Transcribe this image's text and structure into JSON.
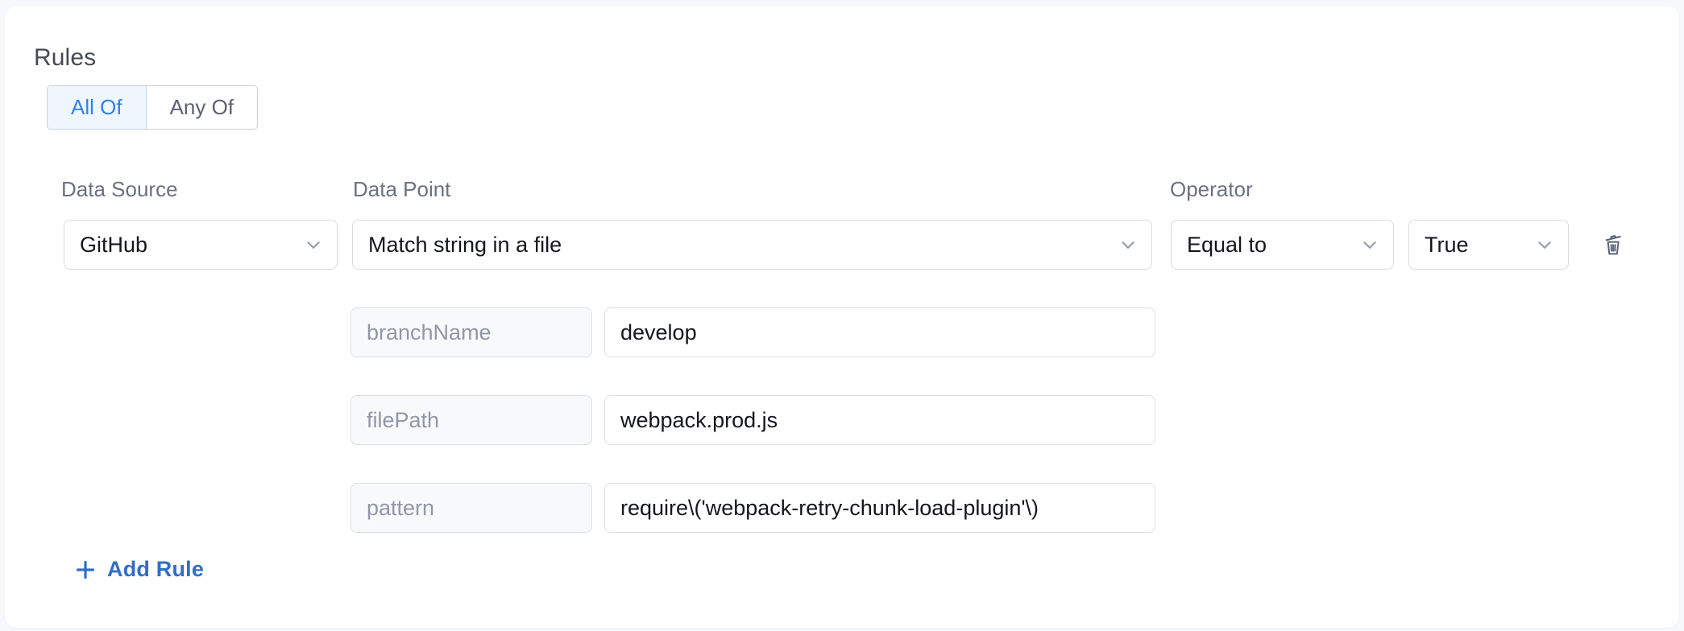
{
  "section": {
    "title": "Rules"
  },
  "match_mode": {
    "options": [
      {
        "label": "All Of",
        "active": true
      },
      {
        "label": "Any Of",
        "active": false
      }
    ]
  },
  "columns": {
    "data_source_label": "Data Source",
    "data_point_label": "Data Point",
    "operator_label": "Operator"
  },
  "rule": {
    "data_source": "GitHub",
    "data_point": "Match string in a file",
    "operator": "Equal to",
    "value": "True",
    "delete_icon": "trash-icon",
    "chevron_icon": "chevron-down-icon",
    "parameters": [
      {
        "key": "branchName",
        "value": "develop"
      },
      {
        "key": "filePath",
        "value": "webpack.prod.js"
      },
      {
        "key": "pattern",
        "value": "require\\('webpack-retry-chunk-load-plugin'\\)"
      }
    ]
  },
  "actions": {
    "add_rule_label": "Add Rule",
    "add_rule_icon": "plus-icon"
  },
  "colors": {
    "accent_blue": "#2f80ed",
    "link_blue": "#2f6fc4",
    "active_tab_bg": "#eef7fd",
    "border": "#d7d9e3",
    "page_bg": "#f6f8fb",
    "card_bg": "#ffffff",
    "muted_text": "#6b7180",
    "placeholder_text": "#9297a8"
  }
}
